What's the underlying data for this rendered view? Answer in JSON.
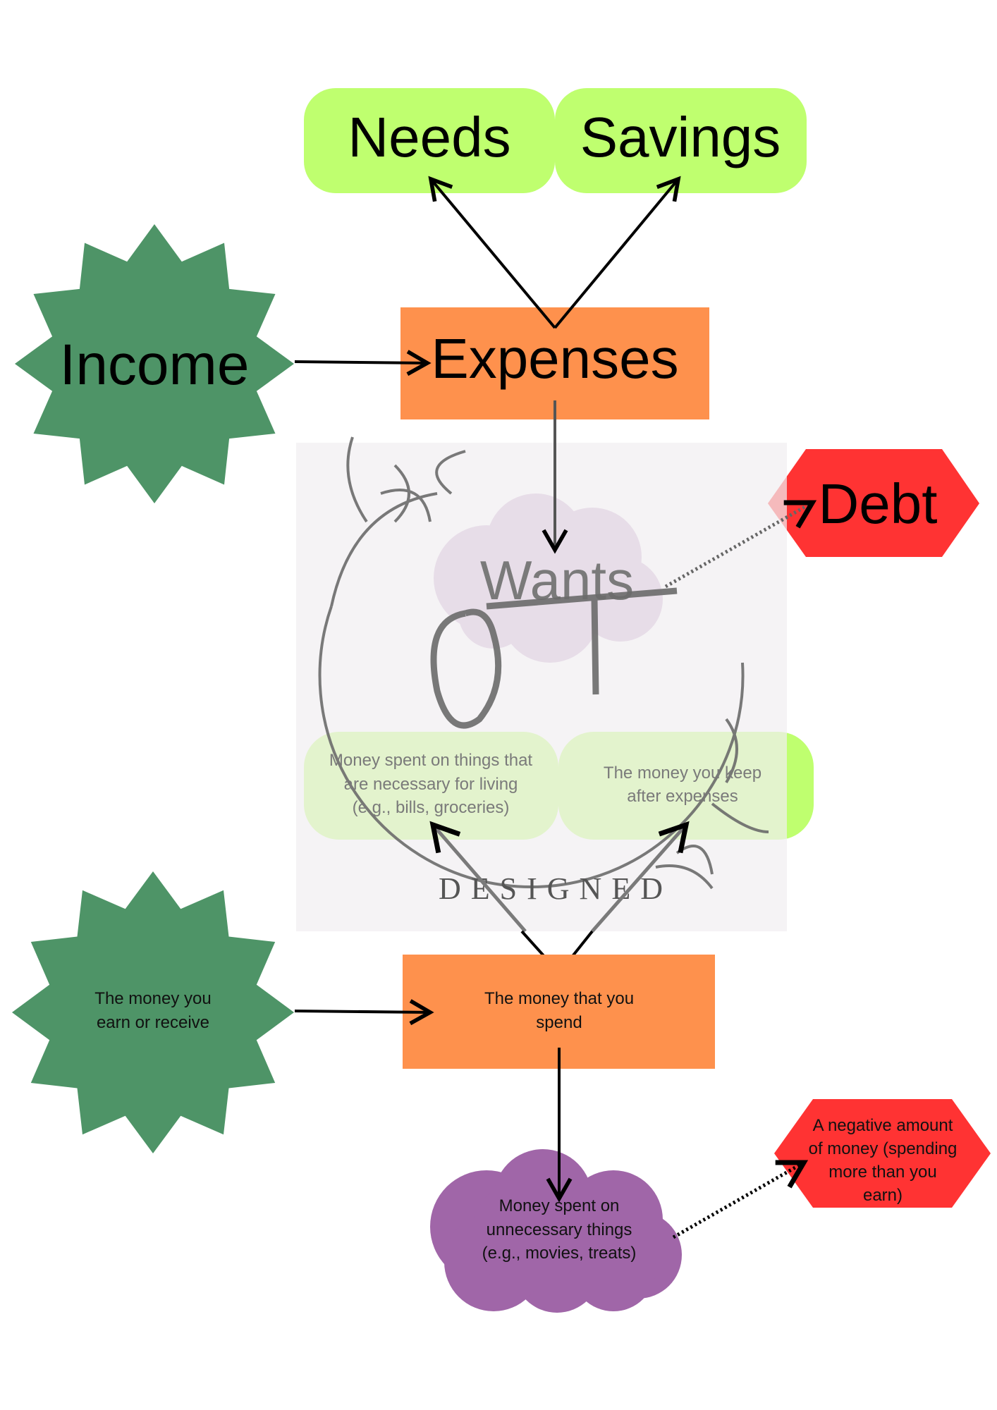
{
  "top_diagram": {
    "needs": "Needs",
    "savings": "Savings",
    "income": "Income",
    "expenses": "Expenses",
    "wants": "Wants",
    "debt": "Debt"
  },
  "bottom_diagram": {
    "needs_def": [
      "Money spent on things that",
      "are necessary for living",
      "(e.g., bills, groceries)"
    ],
    "savings_def": [
      "The money you keep",
      "after expenses"
    ],
    "income_def": [
      "The money you",
      "earn or receive"
    ],
    "expenses_def": [
      "The money that you",
      "spend"
    ],
    "wants_def": [
      "Money spent on",
      "unnecessary things",
      "(e.g., movies, treats)"
    ],
    "debt_def": [
      "A negative amount",
      "of money (spending",
      "more than you",
      "earn)"
    ]
  },
  "watermark": {
    "monogram": "OT",
    "label": "DESIGNED"
  },
  "colors": {
    "green_box": "#bfff6f",
    "star_green": "#4e9467",
    "orange": "#fe914d",
    "purple": "#a066a8",
    "red": "#ff3333"
  }
}
